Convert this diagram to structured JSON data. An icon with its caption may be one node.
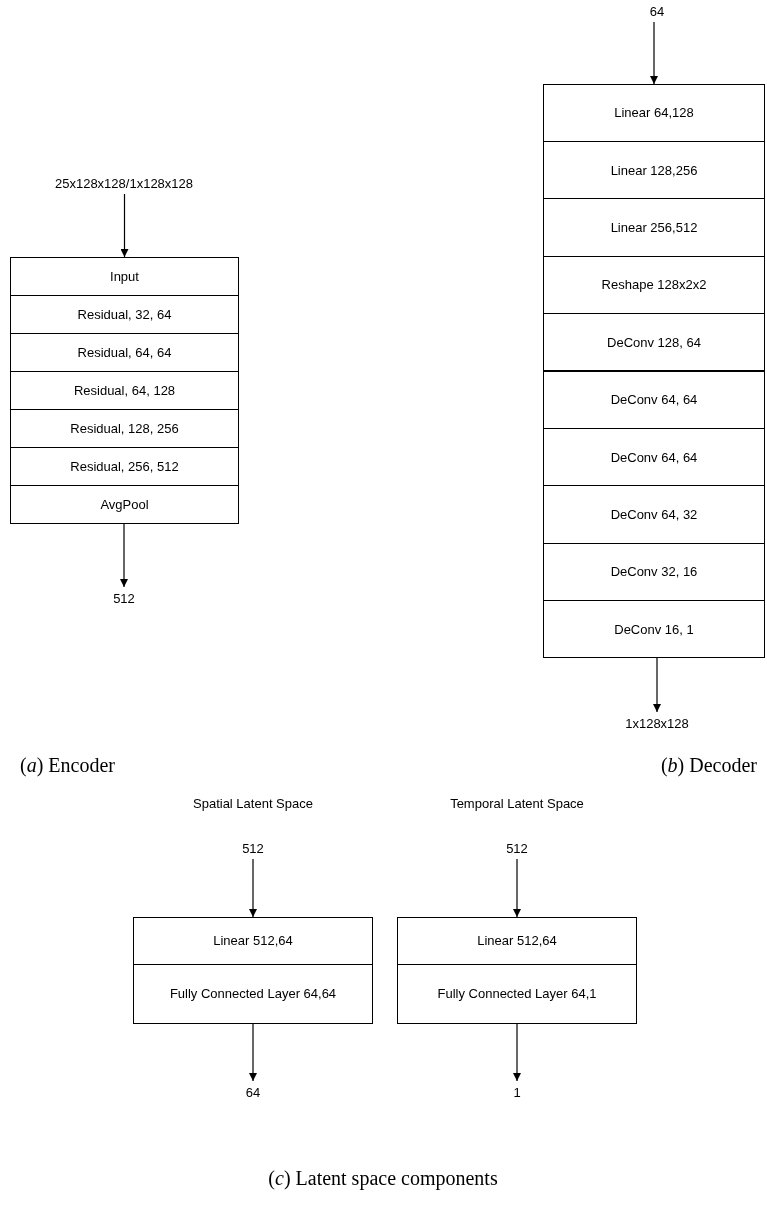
{
  "diagram": {
    "nodes": [
      {
        "text": [
          "25x128x128/1x128x128"
        ]
      },
      {
        "text": [
          "Input"
        ]
      },
      {
        "text": [
          "Residual, 32, 64"
        ]
      },
      {
        "text": [
          "Residual, 64, 64"
        ]
      },
      {
        "text": [
          "Residual, 64, 128"
        ]
      },
      {
        "text": [
          "Residual, 128, 256"
        ]
      },
      {
        "text": [
          "Residual, 256, 512"
        ]
      },
      {
        "text": [
          "AvgPool"
        ]
      },
      {
        "text": [
          "512"
        ]
      },
      {
        "text": [
          "64"
        ]
      },
      {
        "text": [
          "Linear 64,128"
        ]
      },
      {
        "text": [
          "Linear 128,256"
        ]
      },
      {
        "text": [
          "Linear 256,512"
        ]
      },
      {
        "text": [
          "Reshape 128x2x2"
        ]
      },
      {
        "text": [
          "DeConv 128, 64"
        ]
      },
      {
        "text": [
          "DeConv 64, 64"
        ]
      },
      {
        "text": [
          "DeConv 64, 64"
        ]
      },
      {
        "text": [
          "DeConv 64, 32"
        ]
      },
      {
        "text": [
          "DeConv 32, 16"
        ]
      },
      {
        "text": [
          "DeConv 16, 1"
        ]
      },
      {
        "text": [
          "1x128x128"
        ]
      },
      {
        "text": [
          "512"
        ]
      },
      {
        "text": [
          "Linear 512,64"
        ]
      },
      {
        "text": [
          "Fully Connected Layer 64,64"
        ]
      },
      {
        "text": [
          "64"
        ]
      },
      {
        "text": [
          "512"
        ]
      },
      {
        "text": [
          "Linear 512,64"
        ]
      },
      {
        "text": [
          "Fully Connected Layer 64,1"
        ]
      },
      {
        "text": [
          "1"
        ]
      }
    ],
    "edges": [
      {
        "from": 0,
        "to": 1,
        "arrow": "to"
      },
      {
        "from": 7,
        "to": 8,
        "arrow": "to"
      },
      {
        "from": 9,
        "to": 10,
        "arrow": "to"
      },
      {
        "from": 19,
        "to": 20,
        "arrow": "to"
      },
      {
        "from": 21,
        "to": 22,
        "arrow": "to"
      },
      {
        "from": 23,
        "to": 24,
        "arrow": "to"
      },
      {
        "from": 25,
        "to": 26,
        "arrow": "to"
      },
      {
        "from": 27,
        "to": 28,
        "arrow": "to"
      }
    ],
    "labels": [
      "(*a*) Encoder",
      "(*b*) Decoder",
      "Spatial Latent Space",
      "Temporal Latent Space",
      "(*c*) Latent space components"
    ]
  }
}
